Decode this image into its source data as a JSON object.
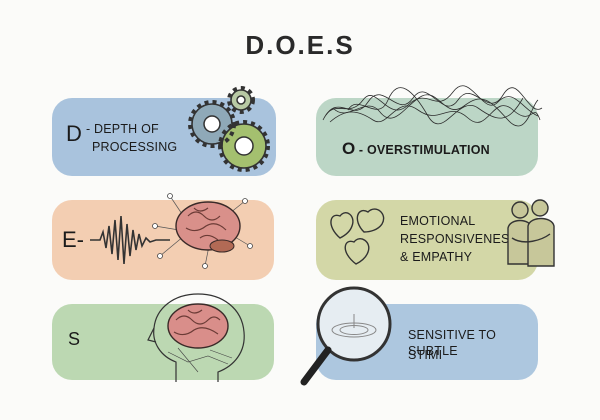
{
  "title": "D.O.E.S",
  "cards": {
    "d": {
      "letter": "D",
      "text_line1": "- DEPTH OF",
      "text_line2": "PROCESSING",
      "color": "#a9c3dd"
    },
    "o": {
      "letter": "O",
      "text": " - OVERSTIMULATION",
      "color": "#bcd6c6"
    },
    "e": {
      "letter": "E-",
      "color": "#f3ceb2"
    },
    "em": {
      "line1": "EMOTIONAL",
      "line2": "RESPONSIVENESS",
      "line3": "& EMPATHY",
      "color": "#d3d7a7"
    },
    "s": {
      "letter": "S",
      "color": "#bcd8b2"
    },
    "st": {
      "line1": "SENSITIVE TO SUBTLE",
      "line2": "STIMI",
      "color": "#adc7df"
    }
  },
  "icons": [
    "gears-icon",
    "scribble-noise-icon",
    "sound-wave-icon",
    "brain-icon",
    "hearts-icon",
    "hug-icon",
    "head-brain-icon",
    "magnifier-icon"
  ]
}
